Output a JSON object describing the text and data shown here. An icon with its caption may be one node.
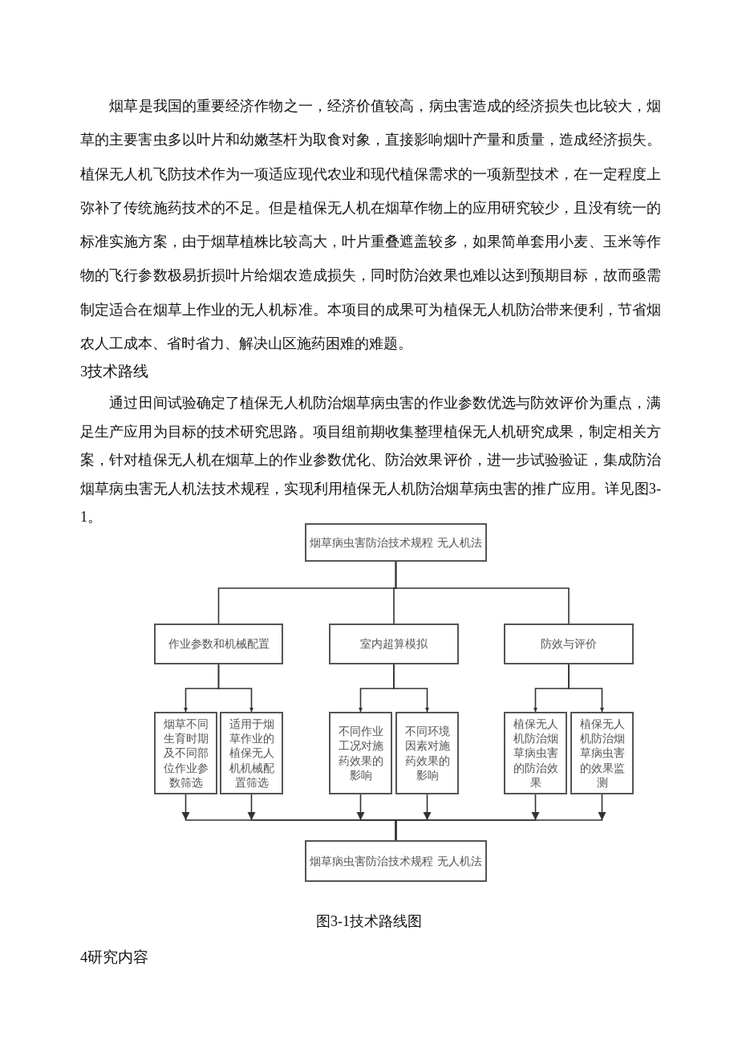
{
  "diagram": {
    "caption": "图3-1技术路线图",
    "nodes": [
      {
        "text": [
          "烟草病虫害防治技术规程 无人机法"
        ]
      },
      {
        "text": [
          "作业参数和机械配置"
        ]
      },
      {
        "text": [
          "室内超算模拟"
        ]
      },
      {
        "text": [
          "防效与评价"
        ]
      },
      {
        "text": [
          "烟草不同生育时期及不同部位作业参数筛选"
        ]
      },
      {
        "text": [
          "适用于烟草作业的植保无人机机械配置筛选"
        ]
      },
      {
        "text": [
          "不同作业工况对施药效果的影响"
        ]
      },
      {
        "text": [
          "不同环境因素对施药效果的影响"
        ]
      },
      {
        "text": [
          "植保无人机防治烟草病虫害的防治效果"
        ]
      },
      {
        "text": [
          "植保无人机防治烟草病虫害的效果监测"
        ]
      },
      {
        "text": [
          "烟草病虫害防治技术规程 无人机法"
        ]
      }
    ],
    "edges": [
      {
        "from": 0,
        "to": 1,
        "arrow": "none"
      },
      {
        "from": 0,
        "to": 2,
        "arrow": "none"
      },
      {
        "from": 0,
        "to": 3,
        "arrow": "none"
      },
      {
        "from": 1,
        "to": 4,
        "arrow": "to"
      },
      {
        "from": 1,
        "to": 5,
        "arrow": "to"
      },
      {
        "from": 2,
        "to": 6,
        "arrow": "to"
      },
      {
        "from": 2,
        "to": 7,
        "arrow": "to"
      },
      {
        "from": 3,
        "to": 8,
        "arrow": "to"
      },
      {
        "from": 3,
        "to": 9,
        "arrow": "to"
      },
      {
        "from": 4,
        "to": 10,
        "arrow": "to"
      },
      {
        "from": 5,
        "to": 10,
        "arrow": "to"
      },
      {
        "from": 6,
        "to": 10,
        "arrow": "to"
      },
      {
        "from": 7,
        "to": 10,
        "arrow": "to"
      },
      {
        "from": 8,
        "to": 10,
        "arrow": "to"
      },
      {
        "from": 9,
        "to": 10,
        "arrow": "to"
      }
    ],
    "labels": [
      "烟草是我国的重要经济作物之一，经济价值较高，病虫害造成的经济损失也比较大，烟草的主要害虫多以叶片和幼嫩茎杆为取食对象，直接影响烟叶产量和质量，造成经济损失。植保无人机飞防技术作为一项适应现代农业和现代植保需求的一项新型技术，在一定程度上弥补了传统施药技术的不足。但是植保无人机在烟草作物上的应用研究较少，且没有统一的标准实施方案，由于烟草植株比较高大，叶片重叠遮盖较多，如果简单套用小麦、玉米等作物的飞行参数极易折损叶片给烟农造成损失，同时防治效果也难以达到预期目标，故而亟需制定适合在烟草上作业的无人机标准。本项目的成果可为植保无人机防治带来便利，节省烟农人工成本、省时省力、解决山区施药困难的难题。",
      "3技术路线",
      "通过田间试验确定了植保无人机防治烟草病虫害的作业参数优选与防效评价为重点，满足生产应用为目标的技术研究思路。项目组前期收集整理植保无人机研究成果，制定相关方案，针对植保无人机在烟草上的作业参数优化、防治效果评价，进一步试验验证，集成防治烟草病虫害无人机法技术规程，实现利用植保无人机防治烟草病虫害的推广应用。详见图3-1。",
      "4研究内容"
    ]
  }
}
